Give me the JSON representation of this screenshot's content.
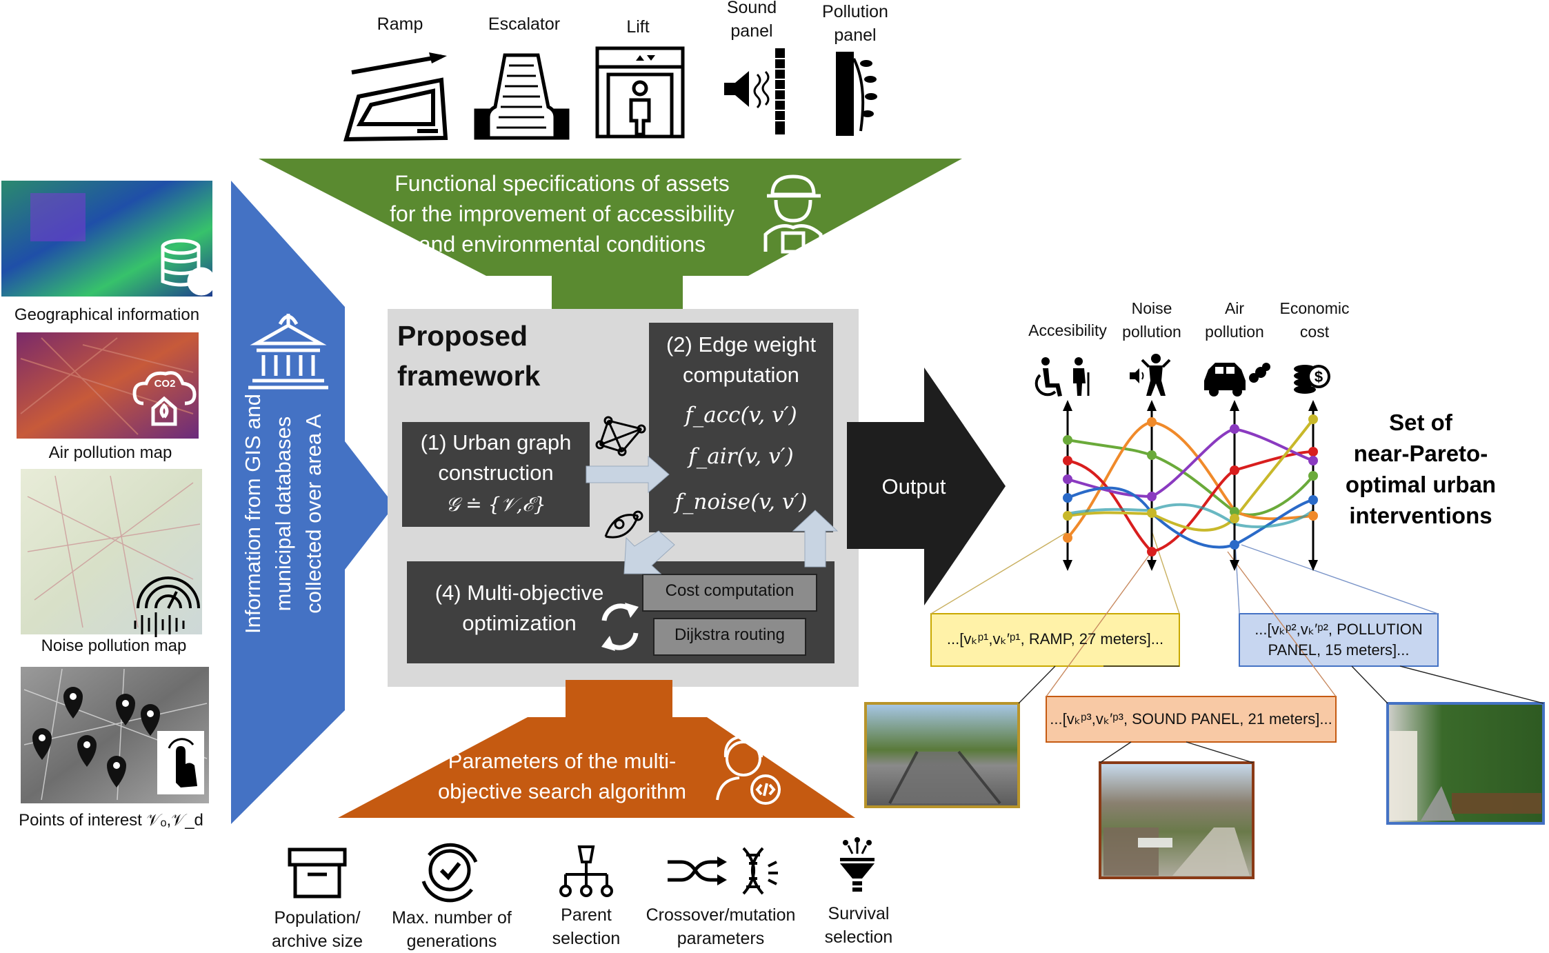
{
  "assets": {
    "ramp": "Ramp",
    "escalator": "Escalator",
    "lift": "Lift",
    "sound_panel": "Sound\npanel",
    "pollution_panel": "Pollution\npanel"
  },
  "green_arrow_text": "Functional specifications of assets\nfor the improvement of accessibility\nand environmental conditions",
  "blue_arrow_text": "Information from GIS and\nmunicipal databases\ncollected over area A",
  "left_maps": {
    "geo": "Geographical information",
    "air": "Air pollution map",
    "noise": "Noise pollution map",
    "poi": "Points of interest 𝒱ₒ,𝒱_d",
    "co2": "CO2"
  },
  "framework": {
    "title": "Proposed\nframework",
    "box1": "(1) Urban graph\nconstruction",
    "box1_math": "𝒢 ≐ {𝒱,ℰ}",
    "box2": "(2) Edge weight\ncomputation",
    "f_acc": "f_acc(v, v′)",
    "f_air": "f_air(v, v′)",
    "f_noise": "f_noise(v, v′)",
    "box4": "(4) Multi-objective\noptimization",
    "cost": "Cost computation",
    "dijkstra": "Dijkstra routing"
  },
  "output_label": "Output",
  "orange_arrow_text": "Parameters of the multi-\nobjective search algorithm",
  "params": {
    "population": "Population/\narchive size",
    "generations": "Max. number of\ngenerations",
    "parent": "Parent\nselection",
    "crossover": "Crossover/mutation\nparameters",
    "survival": "Survival\nselection"
  },
  "objectives": {
    "accessibility": "Accesibility",
    "noise": "Noise\npollution",
    "air": "Air\npollution",
    "economic": "Economic\ncost",
    "dollar": "$"
  },
  "result_title": "Set of\nnear-Pareto-\noptimal urban\ninterventions",
  "solutions": {
    "ramp_box": "...[vₖᵖ¹,vₖ′ᵖ¹, RAMP, 27 meters]...",
    "pollution_box": "...[vₖᵖ²,vₖ′ᵖ², POLLUTION\nPANEL, 15 meters]...",
    "sound_box": "...[vₖᵖ³,vₖ′ᵖ³,  SOUND PANEL, 21 meters]..."
  },
  "colors": {
    "green": "#5a8a30",
    "blue": "#4472c4",
    "orange": "#c55a11",
    "dark_box": "#404040",
    "framework_bg": "#d9d9d9",
    "yellow_box": "#fff2a8",
    "blue_box": "#c7d6f0",
    "orange_box": "#f8c9a5"
  },
  "icons": [
    "ramp-icon",
    "escalator-icon",
    "lift-icon",
    "sound-panel-icon",
    "pollution-panel-icon",
    "worker-icon",
    "government-building-icon",
    "database-icon",
    "co2-cloud-icon",
    "sound-wave-icon",
    "touch-icon",
    "map-pin-icon",
    "graph-icon",
    "refresh-icon",
    "box-icon",
    "generations-icon",
    "hierarchy-icon",
    "shuffle-icon",
    "dna-icon",
    "funnel-icon",
    "wheelchair-icon",
    "noise-person-icon",
    "car-icon",
    "coins-icon",
    "developer-icon"
  ]
}
